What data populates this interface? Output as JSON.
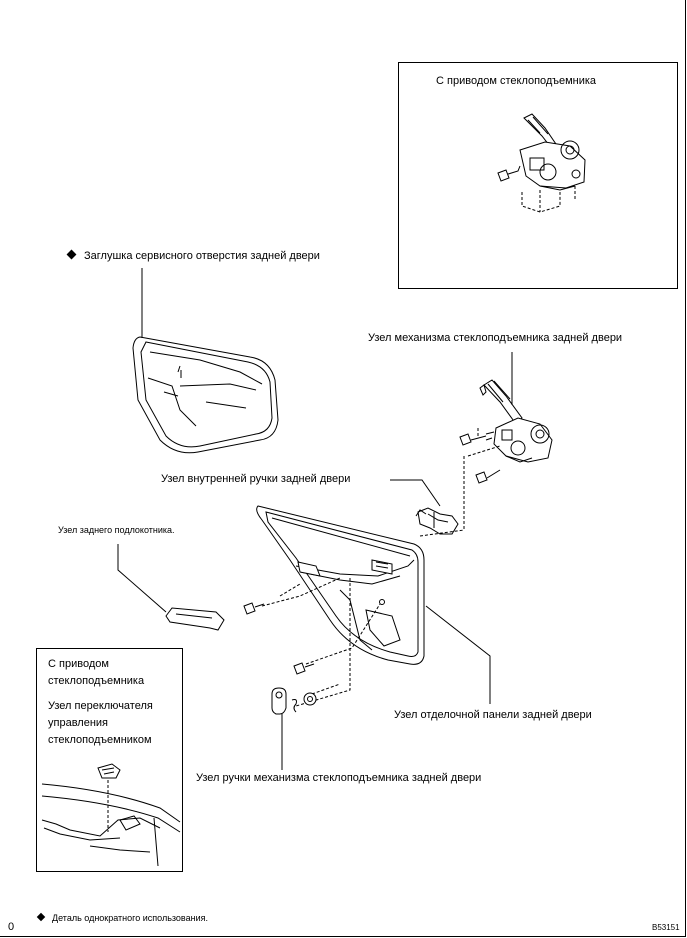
{
  "labels": {
    "with_regulator_top": "С приводом стеклоподъемника",
    "service_hole_cover": "Заглушка сервисного отверстия задней двери",
    "regulator_assembly": "Узел механизма стеклоподъемника задней двери",
    "inner_handle": "Узел внутренней ручки задней двери",
    "armrest": "Узел заднего подлокотника.",
    "with_regulator_inset": "С приводом стеклоподъемника",
    "switch_assembly": "Узел переключателя управления стеклоподъемником",
    "trim_panel": "Узел отделочной панели задней двери",
    "regulator_handle": "Узел ручки механизма стеклоподъемника задней двери"
  },
  "legend": {
    "non_reusable": "Деталь однократного использования."
  },
  "page_number": "0",
  "figure_code": "B53151"
}
